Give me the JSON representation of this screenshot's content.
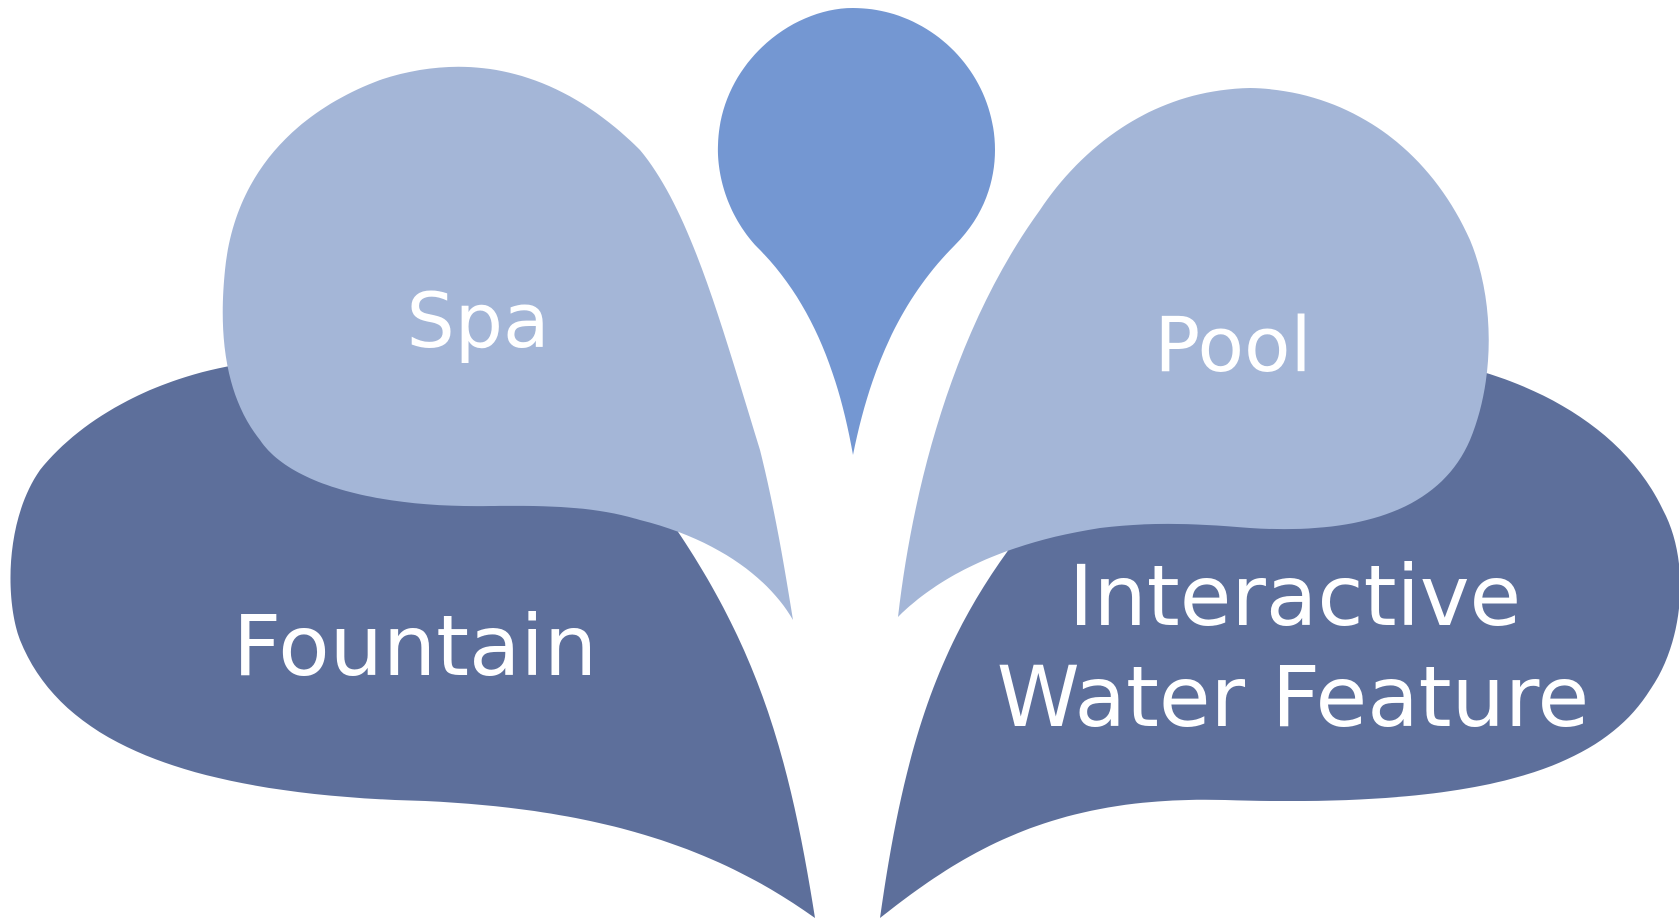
{
  "diagram": {
    "colors": {
      "dark_drop": "#5D6F9B",
      "light_drop": "#A4B6D7",
      "center_drop": "#7497D2",
      "label_text": "#FFFFFF"
    },
    "shapes": [
      {
        "name": "fountain",
        "label_lines": [
          "Fountain"
        ]
      },
      {
        "name": "interactive-water-feature",
        "label_lines": [
          "Interactive",
          "Water Feature"
        ]
      },
      {
        "name": "spa",
        "label_lines": [
          "Spa"
        ]
      },
      {
        "name": "pool",
        "label_lines": [
          "Pool"
        ]
      },
      {
        "name": "center-drop",
        "label_lines": []
      }
    ]
  }
}
